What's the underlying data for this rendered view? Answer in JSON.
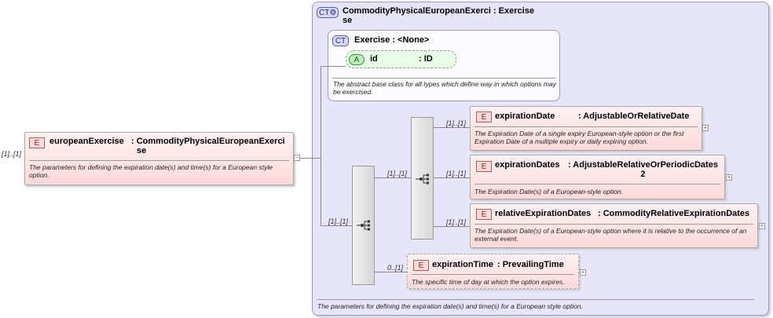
{
  "root": {
    "badge": "E",
    "name": "europeanExercise",
    "type_line1": ": CommodityPhysicalEuropeanExerci",
    "type_line2": "se",
    "doc": "The parameters for defining the expiration date(s) and time(s) for a European style option.",
    "occurrence": "[1]..[1]",
    "collapse": "−"
  },
  "complex_type": {
    "badge": "CT",
    "title_line1": "CommodityPhysicalEuropeanExerci : Exercise",
    "title_line2": "se",
    "doc": "The parameters for defining the expiration date(s) and time(s) for a European style option.",
    "base": {
      "badge": "CT",
      "title": "Exercise : <None>",
      "attribute": {
        "badge": "A",
        "name": "id",
        "type": ": ID"
      },
      "doc": "The abstract base class for all types which define way in which options may be exercised."
    }
  },
  "sequence_occurrences": {
    "outer": "[1]..[1]",
    "inner": "[1]..[1]"
  },
  "children": [
    {
      "badge": "E",
      "name": "expirationDate",
      "type": ": AdjustableOrRelativeDate",
      "type2": "",
      "occurrence": "[1]..[1]",
      "doc": "The Expiration Date of a single expiry European-style option or the first Expiration Date of a multiple expiry or daily expiring option."
    },
    {
      "badge": "E",
      "name": "expirationDates",
      "type": ": AdjustableRelativeOrPeriodicDates",
      "type2": "2",
      "occurrence": "[1]..[1]",
      "doc": "The Expiration Date(s) of a European-style option."
    },
    {
      "badge": "E",
      "name": "relativeExpirationDates",
      "type": ": CommodityRelativeExpirationDates",
      "type2": "",
      "occurrence": "[1]..[1]",
      "doc": "The Expiration Date(s) of a European-style option where it is relative to the occurrence of an external event."
    },
    {
      "badge": "E",
      "name": "expirationTime",
      "type": ": PrevailingTime",
      "type2": "",
      "occurrence": "0..[1]",
      "doc": "The specific time of day at which the option expires."
    }
  ],
  "expand_symbol": "+",
  "colors": {
    "ct_bg": "#e6e6fb",
    "element_bg": "#ffdede",
    "attr_bg": "#e8ffe8"
  }
}
